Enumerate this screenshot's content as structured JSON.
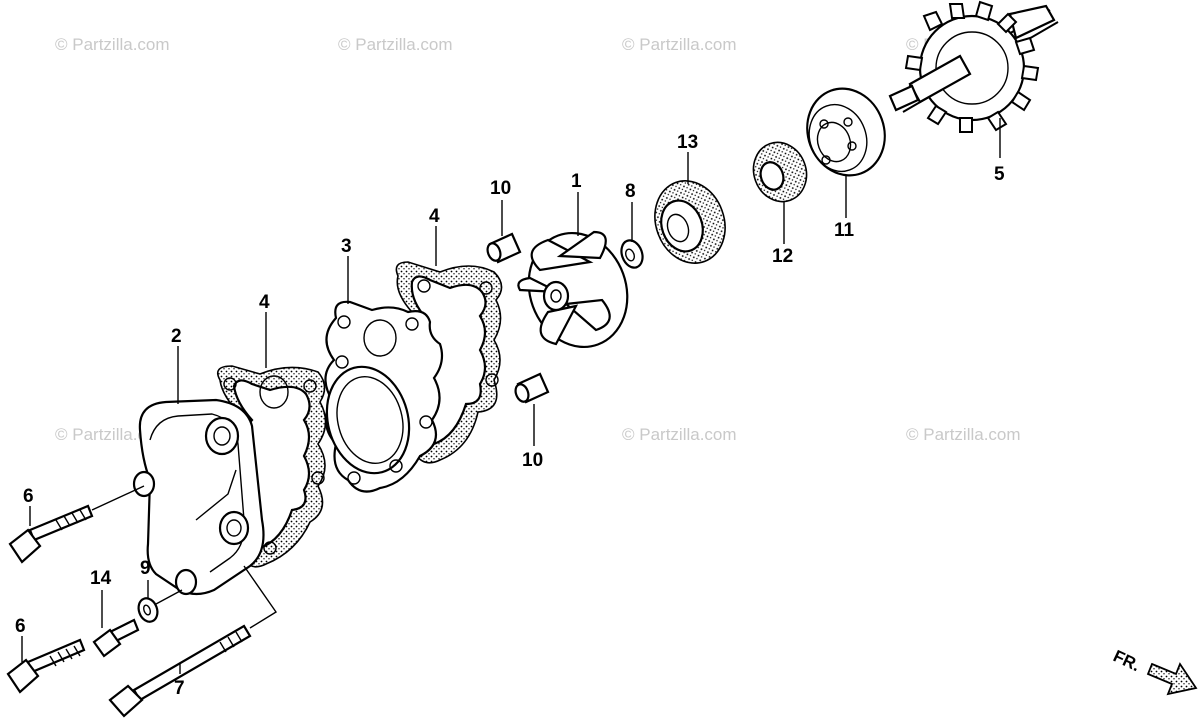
{
  "watermark": "© Partzilla.com",
  "direction_label": "FR.",
  "callouts": {
    "c1": "1",
    "c2": "2",
    "c3": "3",
    "c4a": "4",
    "c4b": "4",
    "c5": "5",
    "c6a": "6",
    "c6b": "6",
    "c7": "7",
    "c8": "8",
    "c9": "9",
    "c10a": "10",
    "c10b": "10",
    "c11": "11",
    "c12": "12",
    "c13": "13",
    "c14": "14"
  },
  "colors": {
    "line": "#000000",
    "watermark": "#c9c9c9",
    "background": "#ffffff"
  }
}
